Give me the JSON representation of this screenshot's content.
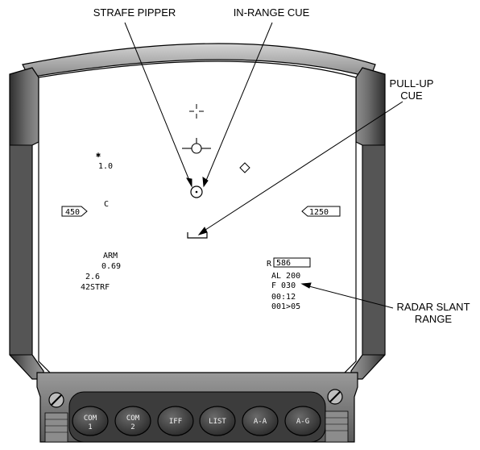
{
  "callouts": {
    "strafe_pipper": "STRAFE PIPPER",
    "in_range_cue": "IN-RANGE CUE",
    "pull_up_line1": "PULL-UP",
    "pull_up_line2": "CUE",
    "radar_line1": "RADAR SLANT",
    "radar_line2": "RANGE"
  },
  "hud": {
    "star_symbol": "✱",
    "g_value": "1.0",
    "airspeed": "450",
    "c_marker": "C",
    "altitude": "1250",
    "arm": "ARM",
    "mach": "0.69",
    "max_g": "2.6",
    "mode": "42STRF",
    "range_prefix": "R",
    "range_value": "586",
    "al": "AL  200",
    "f": "F  030",
    "time": "00:12",
    "steerpoint": "001>05"
  },
  "buttons": [
    {
      "line1": "COM",
      "line2": "1"
    },
    {
      "line1": "COM",
      "line2": "2"
    },
    {
      "line1": "IFF",
      "line2": ""
    },
    {
      "line1": "LIST",
      "line2": ""
    },
    {
      "line1": "A-A",
      "line2": ""
    },
    {
      "line1": "A-G",
      "line2": ""
    }
  ],
  "colors": {
    "frame_dark": "#3a3a3a",
    "frame_mid": "#7a7a7a",
    "frame_light": "#bdbdbd",
    "button_face": "#4a4a4a"
  }
}
